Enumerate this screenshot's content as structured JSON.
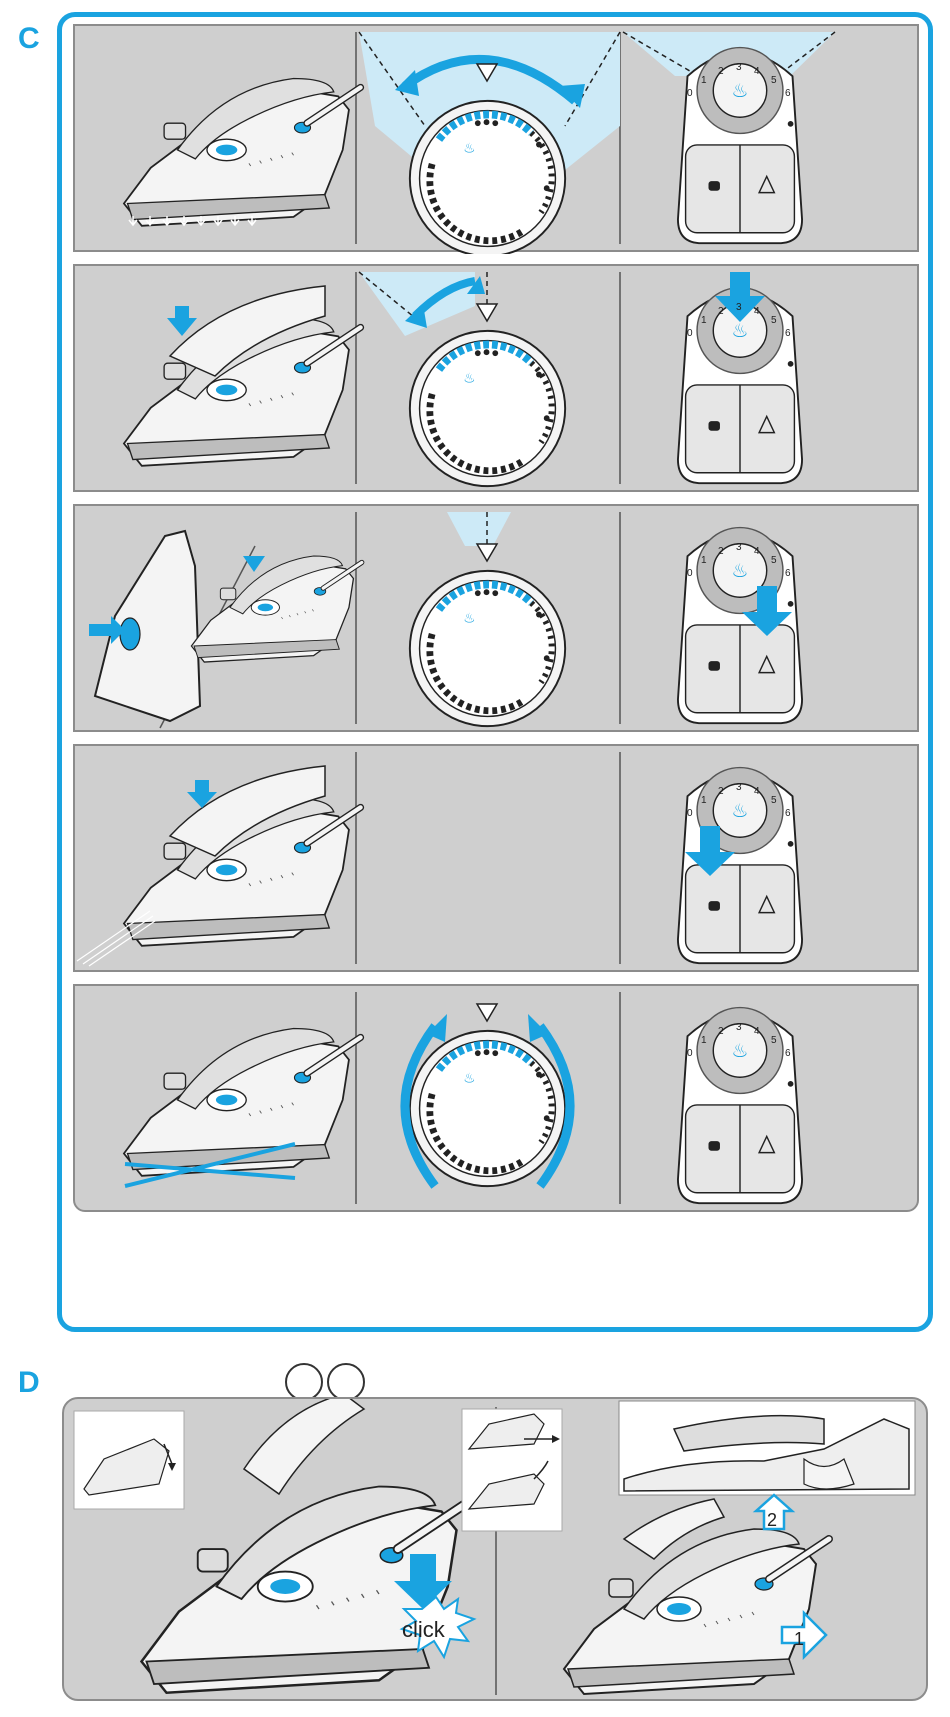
{
  "sections": {
    "c": {
      "letter": "C"
    },
    "d": {
      "letter": "D"
    }
  },
  "dial_numbers": [
    "0",
    "1",
    "2",
    "3",
    "4",
    "5",
    "6"
  ],
  "labels": {
    "click": "click",
    "step_1": "1",
    "step_2": "2"
  },
  "colors": {
    "accent": "#1aa3e0",
    "panel_bg": "#cfcfcf",
    "highlight": "#cdeaf7"
  }
}
